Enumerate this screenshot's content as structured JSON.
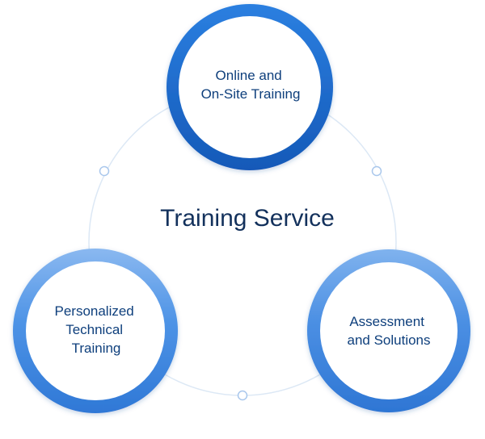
{
  "center": {
    "title": "Training Service"
  },
  "nodes": [
    {
      "id": "online",
      "lines": [
        "Online and",
        "On-Site Training"
      ]
    },
    {
      "id": "personalized",
      "lines": [
        "Personalized",
        "Technical",
        "Training"
      ]
    },
    {
      "id": "assessment",
      "lines": [
        "Assessment",
        "and Solutions"
      ]
    }
  ],
  "colors": {
    "ring_dark": "#1f6fd1",
    "ring_light": "#4a90e2",
    "text": "#0e3f7c",
    "title": "#13315c",
    "connector": "#dce8f5",
    "connector_dot": "#a9c7ec"
  }
}
